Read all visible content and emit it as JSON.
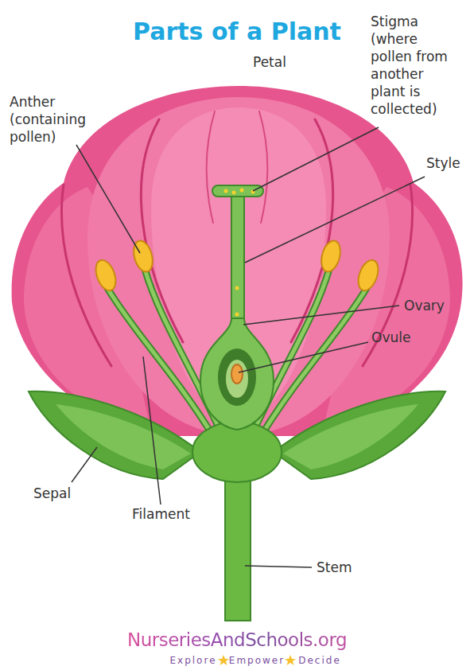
{
  "diagram": {
    "title": "Parts of a Plant",
    "labels": [
      "Petal",
      "Stigma (where pollen from another plant is collected)",
      "Anther (containing pollen)",
      "Style",
      "Ovary",
      "Ovule",
      "Sepal",
      "Filament",
      "Stem",
      "NurseriesAndSchools.org",
      "Explore",
      "Empower",
      "Decide"
    ]
  }
}
